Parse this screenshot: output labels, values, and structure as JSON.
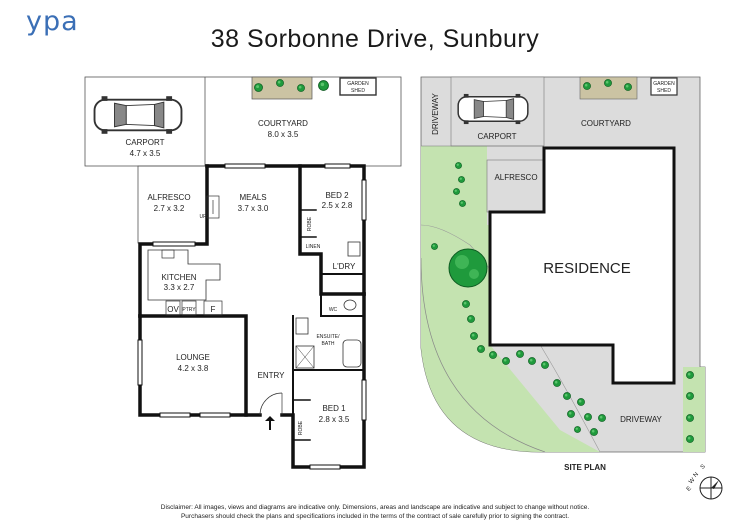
{
  "brand": {
    "logo_text": "ypa",
    "color": "#3b6fb6"
  },
  "title": "38 Sorbonne Drive, Sunbury",
  "floor_plan": {
    "rooms": {
      "carport": {
        "name": "CARPORT",
        "size": "4.7 x 3.5"
      },
      "courtyard": {
        "name": "COURTYARD",
        "size": "8.0 x 3.5"
      },
      "garden_shed": {
        "line1": "GARDEN",
        "line2": "SHED"
      },
      "alfresco": {
        "name": "ALFRESCO",
        "size": "2.7 x 3.2"
      },
      "meals": {
        "name": "MEALS",
        "size": "3.7 x 3.0"
      },
      "bed2": {
        "name": "BED 2",
        "size": "2.5 x 2.8"
      },
      "robe": "ROBE",
      "linen": "LINEN",
      "laundry": "L'DRY",
      "wc": "WC",
      "kitchen": {
        "name": "KITCHEN",
        "size": "3.3 x 2.7"
      },
      "oven": "OV",
      "pantry": "PTRY",
      "fridge": "F",
      "ensuite": {
        "line1": "ENSUITE/",
        "line2": "BATH"
      },
      "lounge": {
        "name": "LOUNGE",
        "size": "4.2 x 3.8"
      },
      "entry": "ENTRY",
      "bed1": {
        "name": "BED 1",
        "size": "2.8 x 3.5"
      },
      "up": "UP"
    }
  },
  "site_plan": {
    "driveway_top": "DRIVEWAY",
    "carport": "CARPORT",
    "courtyard": "COURTYARD",
    "garden_shed": {
      "line1": "GARDEN",
      "line2": "SHED"
    },
    "alfresco": "ALFRESCO",
    "residence": "RESIDENCE",
    "driveway_bottom": "DRIVEWAY",
    "caption": "SITE PLAN",
    "compass": {
      "n": "N",
      "e": "E",
      "s": "S",
      "w": "W"
    }
  },
  "disclaimer": {
    "line1": "Disclaimer: All images, views and diagrams are indicative only. Dimensions, areas and landscape are indicative and subject to change without notice.",
    "line2": "Purchasers should check the plans and specifications included in the terms of the contract of sale carefully prior to signing the contract."
  }
}
